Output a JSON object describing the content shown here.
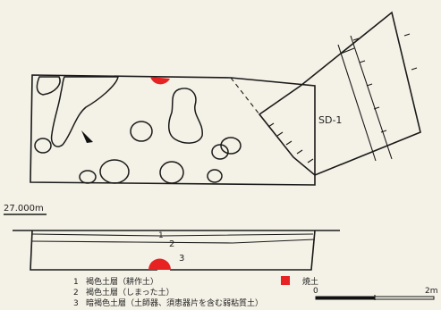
{
  "plan": {
    "feature_label": "SD-1",
    "north_arrow": "north-arrow-icon"
  },
  "section": {
    "elevation_label": "27.000m",
    "layer_numbers": [
      "1",
      "2",
      "3"
    ]
  },
  "legend": {
    "layers": [
      {
        "num": "1",
        "text": "褐色土層（耕作土）"
      },
      {
        "num": "2",
        "text": "褐色土層（しまった土）"
      },
      {
        "num": "3",
        "text": "暗褐色土層（土師器、須恵器片を含む弱粘質土）"
      }
    ],
    "burned_soil_label": "焼土",
    "burned_soil_color": "#e62222"
  },
  "scale_bar": {
    "start_label": "0",
    "end_label": "2m"
  }
}
